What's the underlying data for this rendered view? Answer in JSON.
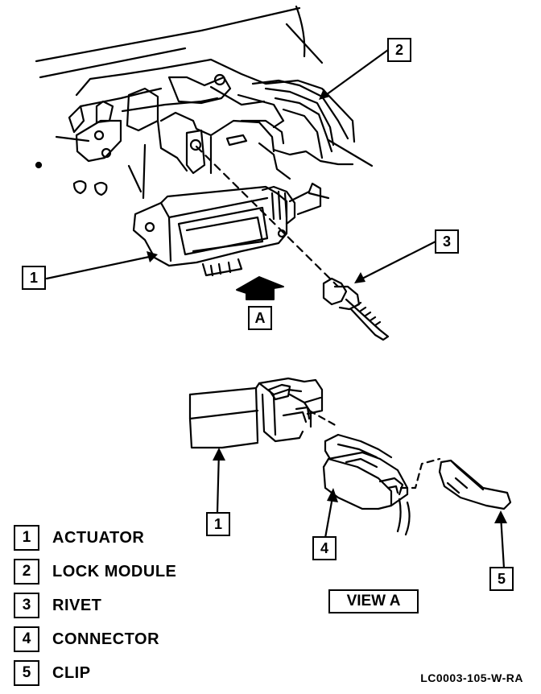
{
  "callouts": {
    "c1_top": "1",
    "c2": "2",
    "c3": "3",
    "view_a_flag": "A",
    "c1_bottom": "1",
    "c4": "4",
    "c5": "5"
  },
  "view_label": "VIEW A",
  "legend": [
    {
      "num": "1",
      "label": "ACTUATOR"
    },
    {
      "num": "2",
      "label": "LOCK MODULE"
    },
    {
      "num": "3",
      "label": "RIVET"
    },
    {
      "num": "4",
      "label": "CONNECTOR"
    },
    {
      "num": "5",
      "label": "CLIP"
    }
  ],
  "reference_code": "LC0003-105-W-RA"
}
